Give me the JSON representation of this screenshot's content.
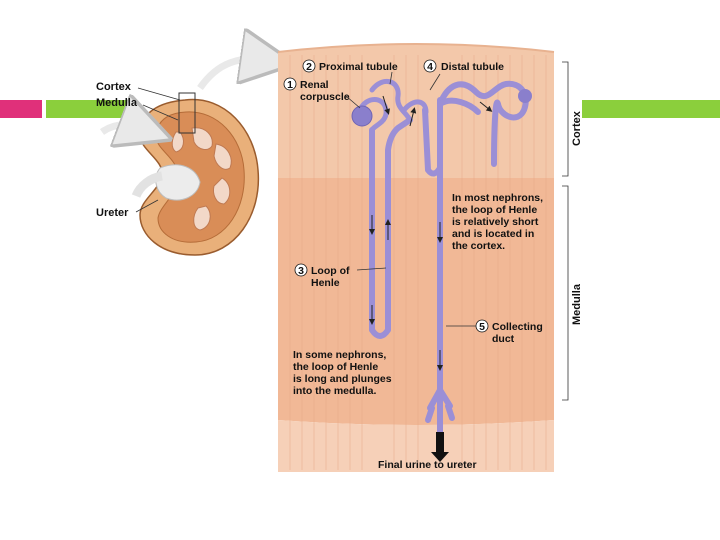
{
  "kidney": {
    "labels": {
      "cortex": "Cortex",
      "medulla": "Medulla",
      "ureter": "Ureter"
    }
  },
  "nephron": {
    "parts": [
      {
        "num": "1",
        "label_lines": [
          "Renal",
          "corpuscle"
        ]
      },
      {
        "num": "2",
        "label_lines": [
          "Proximal tubule"
        ]
      },
      {
        "num": "3",
        "label_lines": [
          "Loop of",
          "Henle"
        ]
      },
      {
        "num": "4",
        "label_lines": [
          "Distal tubule"
        ]
      },
      {
        "num": "5",
        "label_lines": [
          "Collecting",
          "duct"
        ]
      }
    ],
    "notes": {
      "short_loop": [
        "In most nephrons,",
        "the loop of Henle",
        "is relatively short",
        "and is located in",
        "the cortex."
      ],
      "long_loop": [
        "In some nephrons,",
        "the loop of Henle",
        "is long and plunges",
        "into the medulla."
      ]
    },
    "zones": {
      "cortex": "Cortex",
      "medulla": "Medulla"
    },
    "output": "Final urine to ureter"
  },
  "colors": {
    "accent_pink": "#e0307a",
    "accent_green": "#8bcf3c",
    "tissue_cortex": "#f2c7a8",
    "tissue_medulla": "#f0b592",
    "tubule": "#9b8fd6"
  }
}
